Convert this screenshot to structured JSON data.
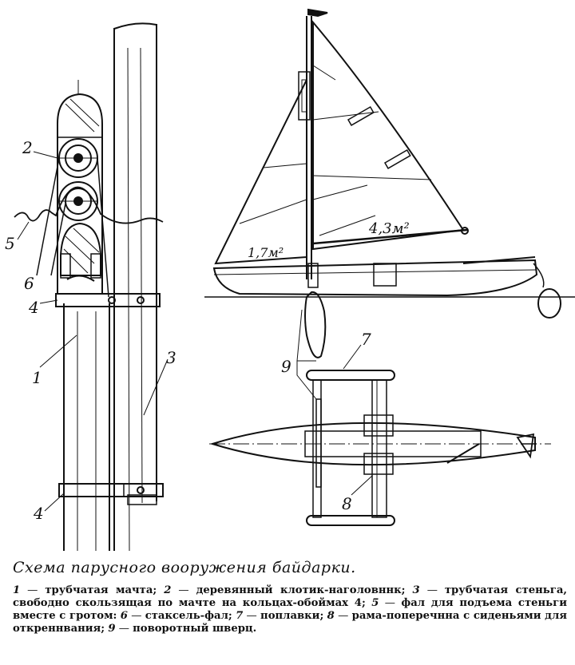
{
  "diagram": {
    "left_labels": [
      "2",
      "5",
      "6",
      "4",
      "1",
      "3",
      "4"
    ],
    "right_labels": [
      "7",
      "9",
      "8"
    ],
    "sail_areas": {
      "main": "4,3м²",
      "jib": "1,7м²"
    }
  },
  "caption": {
    "title": "Схема парусного вооружения байдарки.",
    "legend": [
      {
        "num": "1",
        "text": "трубчатая мачта;"
      },
      {
        "num": "2",
        "text": "деревянный клотик-наголовннк;"
      },
      {
        "num": "3",
        "text": "трубчатая стеньга, свободно скользящая по мачте на кольцах-обоймах 4;"
      },
      {
        "num": "5",
        "text": "фал для подъема стеньги вместе с гротом:"
      },
      {
        "num": "6",
        "text": "стаксель-фал;"
      },
      {
        "num": "7",
        "text": "поплавки;"
      },
      {
        "num": "8",
        "text": "рама-поперечнна с сиденьями для откреннвания;"
      },
      {
        "num": "9",
        "text": "поворотный шверц."
      }
    ]
  }
}
